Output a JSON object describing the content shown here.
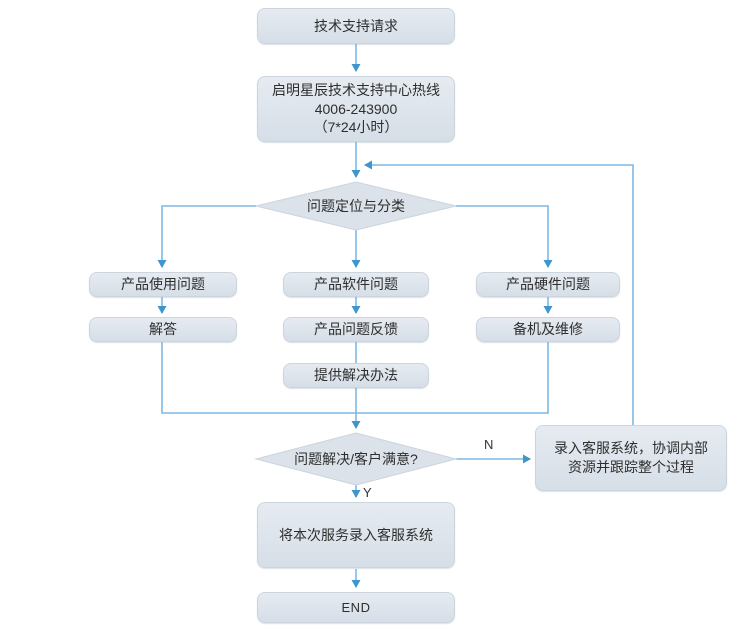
{
  "flowchart": {
    "nodes": {
      "start": {
        "label": "技术支持请求"
      },
      "hotline": {
        "lines": [
          "启明星辰技术支持中心热线",
          "4006-243900",
          "（7*24小时）"
        ]
      },
      "classify": {
        "label": "问题定位与分类"
      },
      "usage": {
        "label": "产品使用问题"
      },
      "answer": {
        "label": "解答"
      },
      "software": {
        "label": "产品软件问题"
      },
      "feedback": {
        "label": "产品问题反馈"
      },
      "solution": {
        "label": "提供解决办法"
      },
      "hardware": {
        "label": "产品硬件问题"
      },
      "repair": {
        "label": "备机及维修"
      },
      "satisfied": {
        "label": "问题解决/客户满意?"
      },
      "escalate": {
        "lines": [
          "录入客服系统，协调内部",
          "资源并跟踪整个过程"
        ]
      },
      "record": {
        "label": "将本次服务录入客服系统"
      },
      "end": {
        "label": "END"
      }
    },
    "edge_labels": {
      "no": "N",
      "yes": "Y"
    },
    "colors": {
      "node_fill_top": "#e6ebf1",
      "node_fill_bottom": "#d6dee7",
      "node_border": "#ccd5de",
      "line": "#7db9e5",
      "arrowhead": "#3e96cd",
      "text": "#2e2e2e",
      "background": "#ffffff"
    }
  }
}
